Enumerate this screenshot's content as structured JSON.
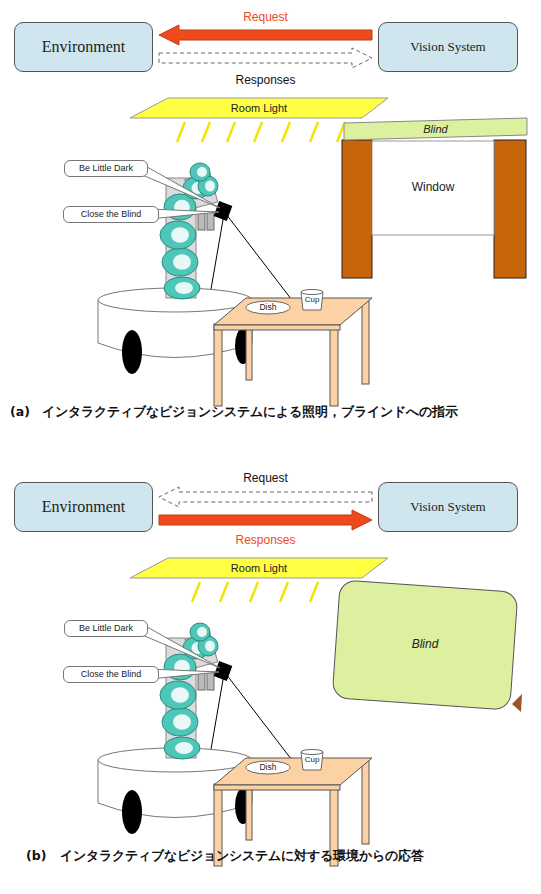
{
  "diagram": {
    "nodes": [
      {
        "text": [
          "Environment"
        ]
      },
      {
        "text": [
          "Vision System"
        ]
      },
      {
        "text": [
          "Room Light"
        ]
      },
      {
        "text": [
          "Blind"
        ]
      },
      {
        "text": [
          "Window"
        ]
      },
      {
        "text": [
          "Be Little Dark"
        ]
      },
      {
        "text": [
          "Close the Blind"
        ]
      },
      {
        "text": [
          "Dish"
        ]
      },
      {
        "text": [
          "Cup"
        ]
      },
      {
        "text": [
          "Environment"
        ]
      },
      {
        "text": [
          "Vision System"
        ]
      },
      {
        "text": [
          "Room Light"
        ]
      },
      {
        "text": [
          "Blind"
        ]
      },
      {
        "text": [
          "Be Little Dark"
        ]
      },
      {
        "text": [
          "Close the Blind"
        ]
      },
      {
        "text": [
          "Dish"
        ]
      },
      {
        "text": [
          "Cup"
        ]
      }
    ],
    "edges": [
      {
        "from": 1,
        "to": 0,
        "label": "Request",
        "arrow": "to"
      },
      {
        "from": 0,
        "to": 1,
        "label": "Responses",
        "arrow": "to"
      },
      {
        "from": 10,
        "to": 9,
        "label": "Request",
        "arrow": "to"
      },
      {
        "from": 9,
        "to": 10,
        "label": "Responses",
        "arrow": "to"
      }
    ],
    "labels": [
      "(a)",
      "インタラクティブなビジョンシステムによる照明，ブラインドへの指示",
      "(b)",
      "インタラクティブなビジョンシステムに対する環境からの応答"
    ]
  }
}
